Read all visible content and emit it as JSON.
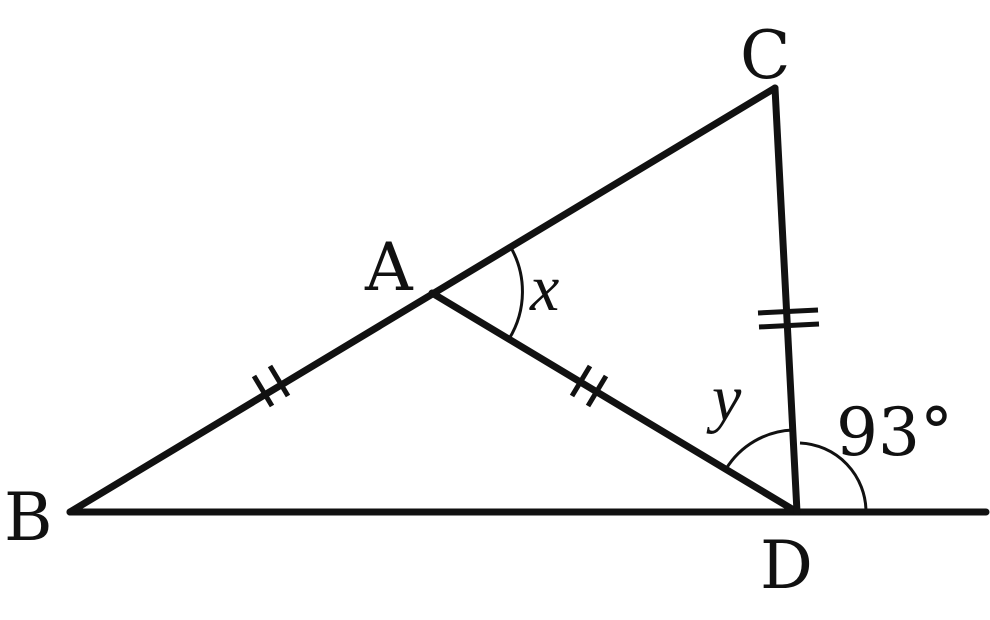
{
  "diagram": {
    "points": {
      "A": "A",
      "B": "B",
      "C": "C",
      "D": "D"
    },
    "angles": {
      "x": "x",
      "y": "y",
      "exterior": "93°"
    },
    "colors": {
      "stroke": "#111111",
      "background": "#ffffff"
    }
  }
}
